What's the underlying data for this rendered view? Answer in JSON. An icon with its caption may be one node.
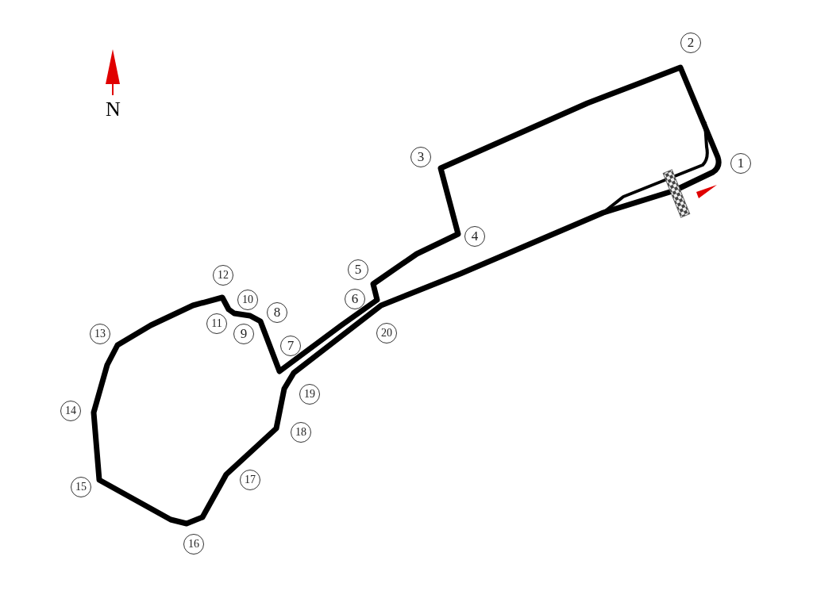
{
  "diagram": {
    "labels": [
      "2",
      "N",
      "3",
      "1",
      "4",
      "5",
      "12",
      "6",
      "10",
      "8",
      "11",
      "9",
      "20",
      "13",
      "7",
      "19",
      "14",
      "18",
      "17",
      "15",
      "16"
    ]
  }
}
